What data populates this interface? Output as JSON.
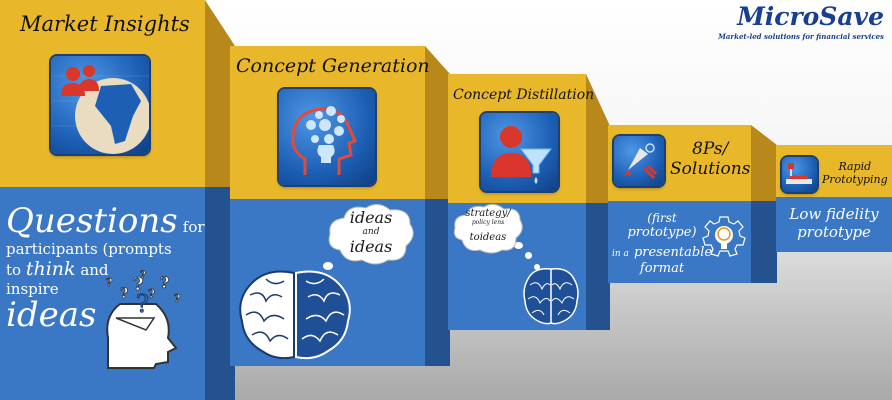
{
  "brand": {
    "name": "MicroSave",
    "tagline": "Market-led solutions for financial services",
    "color": "#1a3f8f"
  },
  "colors": {
    "gold": "#e9b82a",
    "blue": "#3a77c5",
    "dark_gold": "#b8891a",
    "dark_blue": "#24528f"
  },
  "stages": [
    {
      "title": "Market Insights",
      "icon": "people-africa-map-icon",
      "body_big": "Questions",
      "body_for": "for",
      "body_mid1": "participants (prompts",
      "body_mid2a": "to",
      "body_mid2b": "think",
      "body_mid2c": "and",
      "body_mid3": "inspire",
      "body_end": "ideas"
    },
    {
      "title": "Concept Generation",
      "icon": "head-lightbulb-gears-icon",
      "cloud_line1": "ideas",
      "cloud_line2": "and",
      "cloud_line3": "ideas"
    },
    {
      "title": "Concept Distillation",
      "icon": "person-funnel-icon",
      "cloud_line1": "strategy/",
      "cloud_line2": "policy lens",
      "cloud_line3a": "to",
      "cloud_line3b": "ideas"
    },
    {
      "title_line1": "8Ps/",
      "title_line2": "Solutions",
      "icon": "rocket-tools-icon",
      "body_line1": "(first",
      "body_line2": "prototype)",
      "body_line3a": "in a",
      "body_line3b": "presentable",
      "body_line4": "format"
    },
    {
      "title_line1": "Rapid",
      "title_line2": "Prototyping",
      "icon": "3d-printer-icon",
      "body_line1": "Low fidelity",
      "body_line2": "prototype"
    }
  ]
}
